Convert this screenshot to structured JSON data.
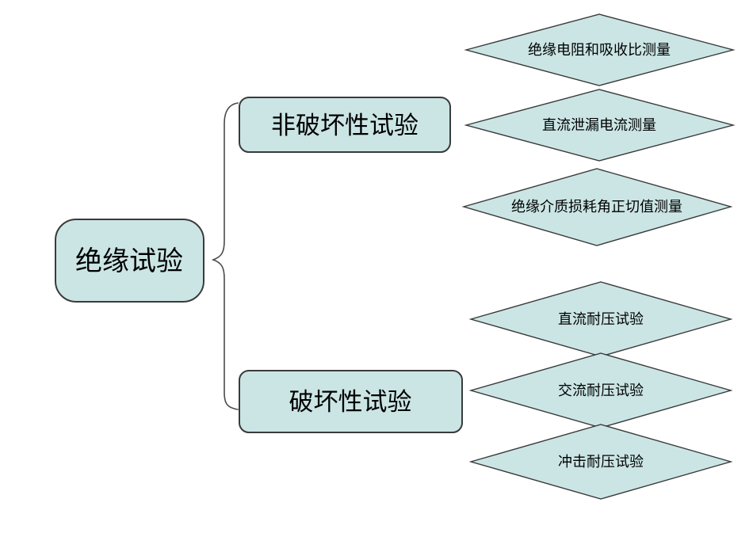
{
  "diagram": {
    "title_hint": "insulation-test-classification",
    "root": {
      "label": "绝缘试验"
    },
    "branches": [
      {
        "label": "非破坏性试验",
        "children": [
          {
            "label": "绝缘电阻和吸收比测量"
          },
          {
            "label": "直流泄漏电流测量"
          },
          {
            "label": "绝缘介质损耗角正切值测量"
          }
        ]
      },
      {
        "label": "破坏性试验",
        "children": [
          {
            "label": "直流耐压试验"
          },
          {
            "label": "交流耐压试验"
          },
          {
            "label": "冲击耐压试验"
          }
        ]
      }
    ],
    "colors": {
      "node_fill": "#cbe5e5",
      "node_stroke": "#3a3a3a",
      "text": "#000000",
      "background": "#ffffff"
    }
  }
}
